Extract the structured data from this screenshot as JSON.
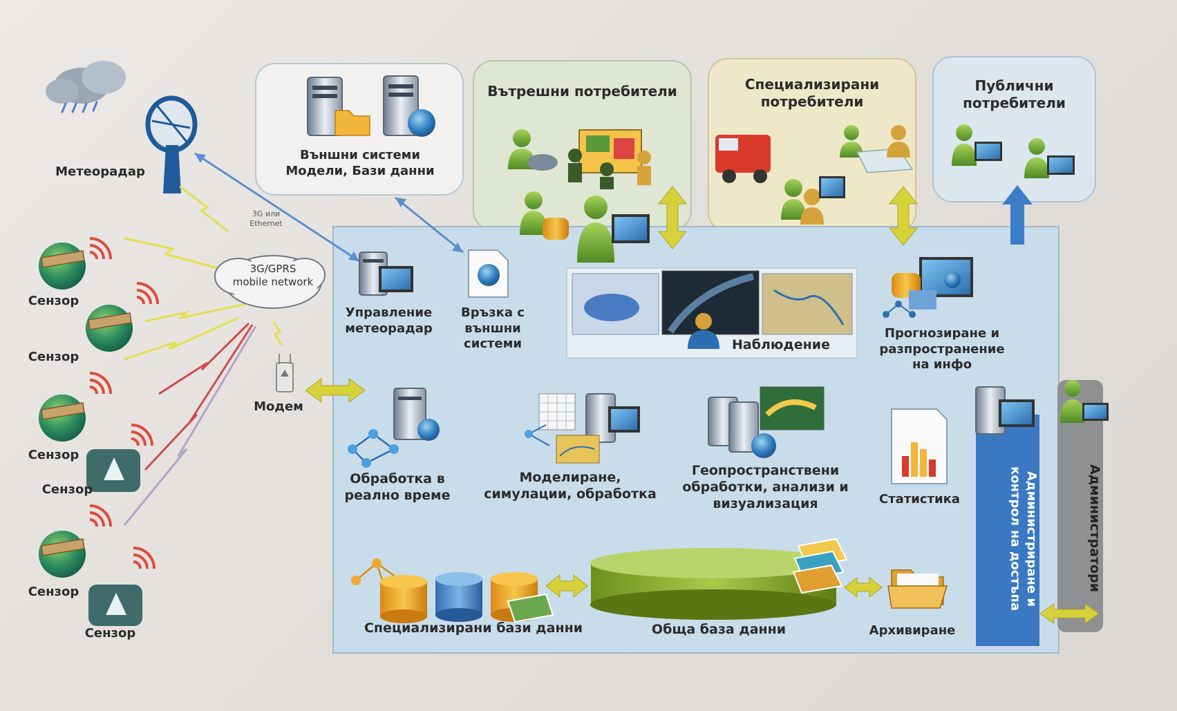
{
  "labels": {
    "meteoradar": "Метеорадар",
    "sensor": "Сензор",
    "modem": "Модем",
    "network": "3G/GPRS\nmobile network",
    "link": "3G или\nEthernet",
    "external": "Външни системи\nМодели, Бази данни",
    "internal_users": "Вътрешни потребители",
    "specialized_users": "Специализирани\nпотребители",
    "public_users": "Публични\nпотребители",
    "radar_control": "Управление\nметеорадар",
    "external_link": "Връзка с\nвъншни\nсистеми",
    "observation": "Наблюдение",
    "forecast": "Прогнозиране и\nразпространение\nна инфо",
    "realtime": "Обработка в\nреално време",
    "modeling": "Моделиране,\nсимулации, обработка",
    "geo": "Геопространствени\nобработки, анализи и\nвизуализация",
    "statistics": "Статистика",
    "special_db": "Специализирани бази данни",
    "common_db": "Обща база данни",
    "archiving": "Архивиране",
    "admin_control": "Администриране и\nконтрол на достъпа",
    "administrators": "Администратори"
  },
  "colors": {
    "main_panel": "#c9dcea",
    "internal_panel": "#dfe6d3",
    "special_panel": "#efe8c8",
    "public_panel": "#dbe6ef",
    "external_panel": "#f2f1f0",
    "admin_bar": "#3a78c4",
    "admins_bar": "#8f9092",
    "double_arrow": "#d8d23a",
    "up_arrow": "#3d7dc8",
    "link_blue": "#5b8fd0"
  }
}
